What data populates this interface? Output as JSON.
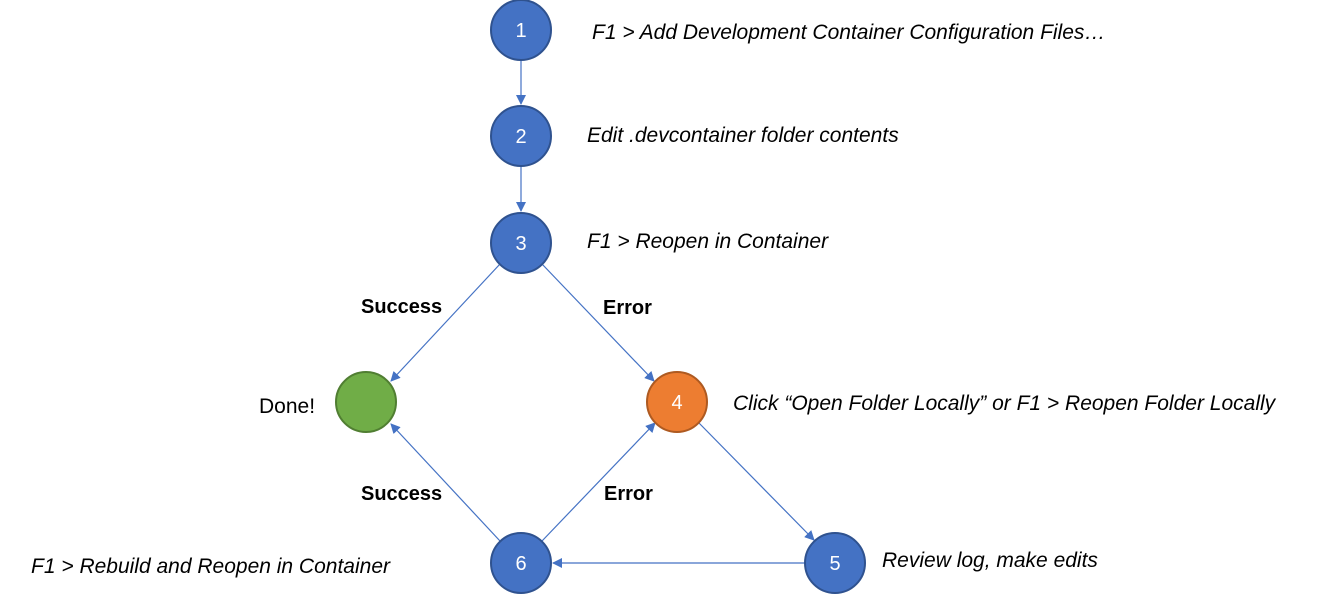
{
  "colors": {
    "blue_fill": "#4472C4",
    "blue_stroke": "#2F528F",
    "orange_fill": "#ED7D31",
    "green_fill": "#70AD47",
    "arrow": "#4472C4"
  },
  "nodes": {
    "n1": {
      "label": "1"
    },
    "n2": {
      "label": "2"
    },
    "n3": {
      "label": "3"
    },
    "n4": {
      "label": "4"
    },
    "n5": {
      "label": "5"
    },
    "n6": {
      "label": "6"
    },
    "done": {
      "label": ""
    }
  },
  "step_labels": {
    "s1": "F1 > Add Development Container Configuration Files…",
    "s2": "Edit .devcontainer folder contents",
    "s3": "F1 > Reopen in Container",
    "s4": "Click “Open Folder Locally” or F1 > Reopen Folder Locally",
    "s5": "Review log, make edits",
    "s6": "F1 > Rebuild and Reopen in Container",
    "done": "Done!"
  },
  "edge_labels": {
    "e3_done": "Success",
    "e3_4": "Error",
    "e6_done": "Success",
    "e6_4": "Error"
  }
}
